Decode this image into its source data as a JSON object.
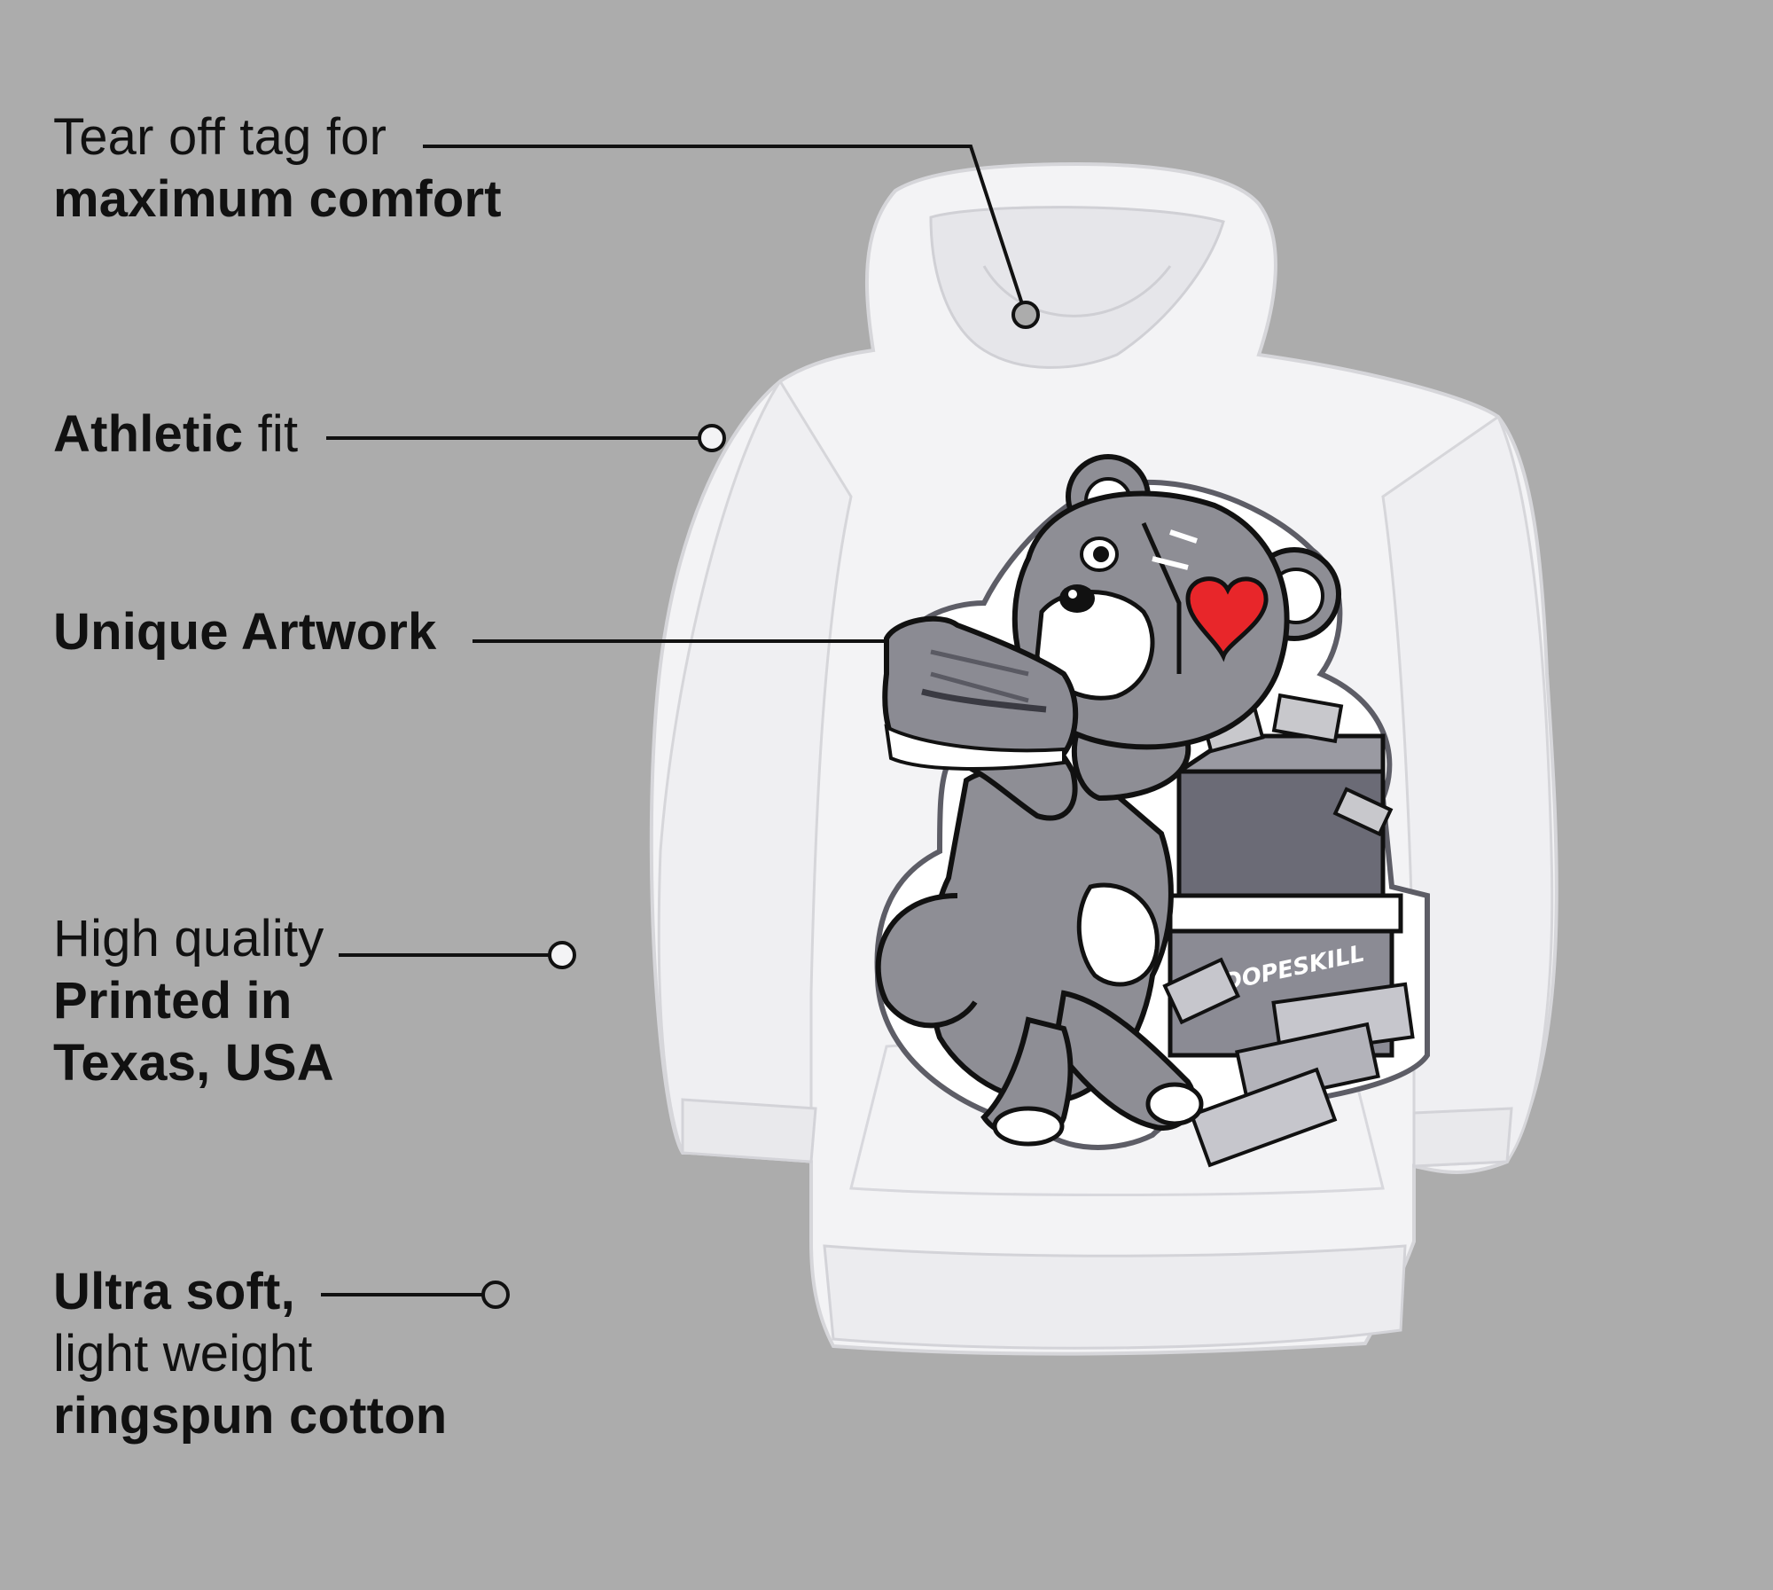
{
  "callouts": {
    "tag": {
      "line1": "Tear off tag for",
      "line2": "maximum comfort"
    },
    "fit": {
      "bold": "Athletic",
      "normal": " fit"
    },
    "artwork": {
      "label": "Unique Artwork"
    },
    "print": {
      "line1": "High quality",
      "line2": "Printed in",
      "line3": "Texas, USA"
    },
    "fabric": {
      "line1": "Ultra soft,",
      "line2": "light weight",
      "line3": "ringspun cotton"
    }
  },
  "artwork": {
    "box_brand": "DOPESKILL"
  },
  "colors": {
    "background": "#acacac",
    "hoodie": "#f4f4f6",
    "bear_gray": "#8e8e94",
    "dark_gray": "#5f5f68",
    "heart": "#e8262a",
    "ink": "#111111"
  },
  "icons": [
    "pointer-dot-icon",
    "heart-icon",
    "money-stack-icon",
    "shoe-icon"
  ]
}
